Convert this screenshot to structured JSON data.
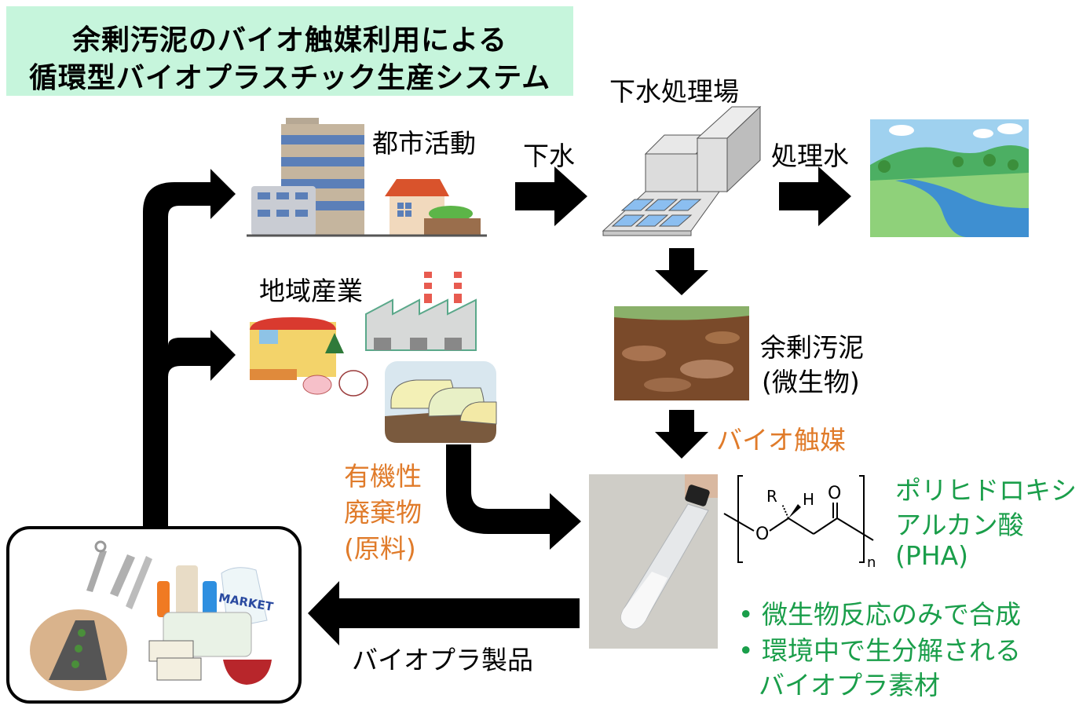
{
  "title": {
    "line1": "余剰汚泥のバイオ触媒利用による",
    "line2": "循環型バイオプラスチック生産システム",
    "background_color": "#c6f5dc"
  },
  "nodes": {
    "urban_activity": "都市活動",
    "regional_industry": "地域産業",
    "sewage_plant": "下水処理場",
    "excess_sludge_line1": "余剰汚泥",
    "excess_sludge_line2": "(微生物)",
    "organic_waste_line1": "有機性",
    "organic_waste_line2": "廃棄物",
    "organic_waste_line3": "(原料)"
  },
  "arrows": {
    "sewage": "下水",
    "treated_water": "処理水",
    "biocatalyst": "バイオ触媒",
    "bioplastic_products": "バイオプラ製品"
  },
  "pha": {
    "name_line1": "ポリヒドロキシ",
    "name_line2": "アルカン酸",
    "name_line3": "(PHA)",
    "structure_labels": {
      "r": "R",
      "h": "H",
      "o_carbonyl": "O",
      "o_ester": "O",
      "n": "n"
    },
    "bullets": [
      "微生物反応のみで合成",
      "環境中で生分解される",
      "バイオプラ素材"
    ]
  },
  "products": {
    "bag_label": "MARKET"
  },
  "colors": {
    "orange_text": "#e07b2a",
    "green_text": "#1a9e4a",
    "arrow": "#000000"
  }
}
